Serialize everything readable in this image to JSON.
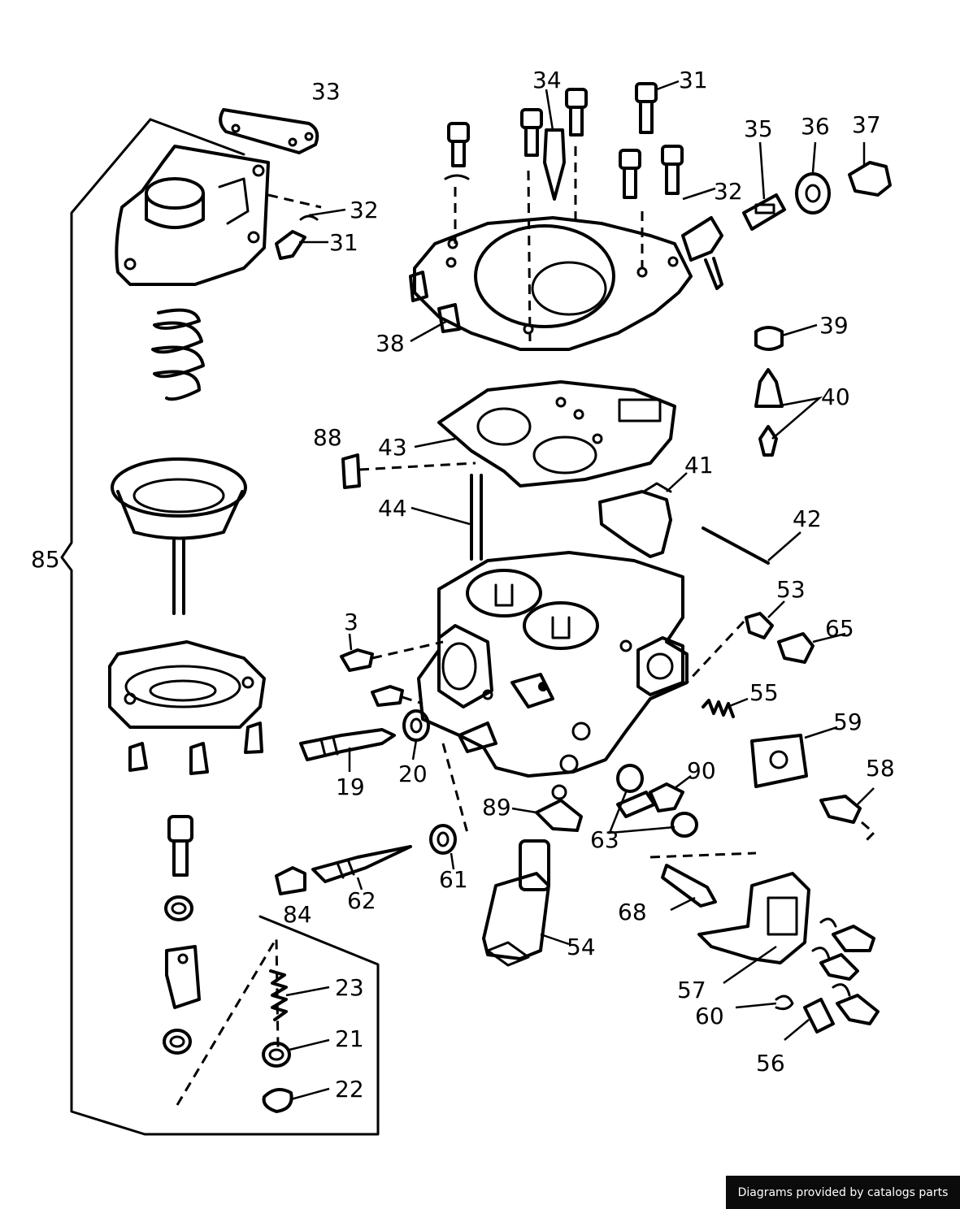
{
  "diagram": {
    "callouts": {
      "c33": "33",
      "c32a": "32",
      "c31a": "31",
      "c34": "34",
      "c31b": "31",
      "c35": "35",
      "c36": "36",
      "c37": "37",
      "c32b": "32",
      "c38": "38",
      "c39": "39",
      "c40": "40",
      "c88": "88",
      "c43": "43",
      "c44": "44",
      "c41": "41",
      "c42": "42",
      "c85": "85",
      "c53": "53",
      "c65": "65",
      "c3": "3",
      "c55": "55",
      "c59": "59",
      "c19": "19",
      "c20": "20",
      "c90": "90",
      "c58": "58",
      "c89": "89",
      "c63": "63",
      "c61": "61",
      "c84": "84",
      "c62": "62",
      "c68": "68",
      "c54": "54",
      "c23": "23",
      "c57": "57",
      "c60": "60",
      "c21": "21",
      "c56": "56",
      "c22": "22"
    }
  },
  "credit": {
    "text": "Diagrams provided by catalogs parts"
  }
}
